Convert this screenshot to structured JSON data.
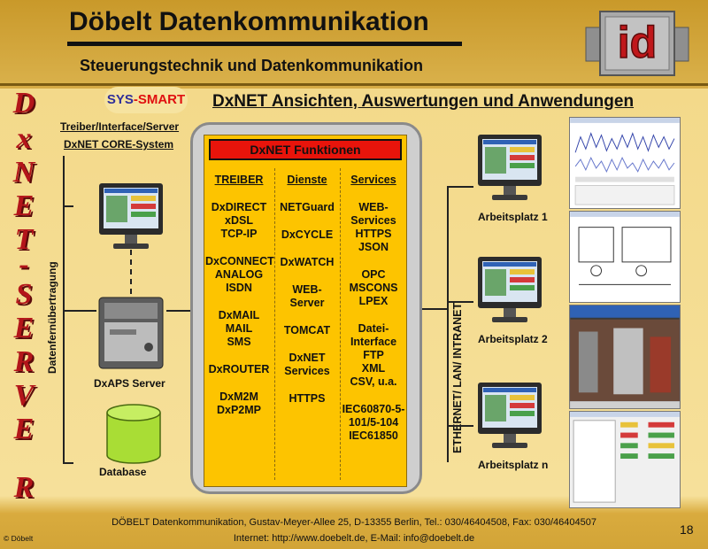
{
  "header": {
    "title": "Döbelt Datenkommunikation",
    "subtitle": "Steuerungstechnik und Datenkommunikation",
    "logo_text": "id"
  },
  "vertical_brand": [
    "D",
    "x",
    "N",
    "E",
    "T",
    "-",
    "S",
    "E",
    "R",
    "V",
    "E",
    "R"
  ],
  "syssmart": {
    "part1": "SYS",
    "part2": "-SMART"
  },
  "heading": "DxNET Ansichten, Auswertungen und Anwendungen",
  "left": {
    "line1": "Treiber/Interface/Server",
    "line2": "DxNET  CORE-System",
    "transmission_label": "Datenfernübertragung",
    "server_label": "DxAPS Server",
    "database_label": "Database"
  },
  "functions": {
    "title": "DxNET Funktionen",
    "columns": [
      {
        "header": "TREIBER",
        "items": [
          "DxDIRECT\nxDSL\nTCP-IP",
          "DxCONNECT\nANALOG\nISDN",
          "DxMAIL\nMAIL\nSMS",
          "DxROUTER",
          "DxM2M\nDxP2MP"
        ]
      },
      {
        "header": "Dienste",
        "items": [
          "NETGuard",
          "DxCYCLE",
          "DxWATCH",
          "WEB-\nServer",
          "TOMCAT",
          "DxNET\nServices",
          "HTTPS"
        ]
      },
      {
        "header": "Services",
        "items": [
          "WEB-\nServices\nHTTPS\nJSON",
          "OPC\nMSCONS\nLPEX",
          "Datei-\nInterface\nFTP\nXML\nCSV, u.a.",
          "IEC60870-5-\n101/5-104\nIEC61850"
        ]
      }
    ]
  },
  "network_label": "ETHERNET/ LAN/ INTRANET",
  "workstations": [
    "Arbeitsplatz 1",
    "Arbeitsplatz 2",
    "Arbeitsplatz n"
  ],
  "footer": {
    "line1": "DÖBELT Datenkommunikation, Gustav-Meyer-Allee 25, D-13355 Berlin, Tel.: 030/46404508, Fax: 030/46404507",
    "line2": "Internet: http://www.doebelt.de, E-Mail: info@doebelt.de",
    "page_number": "18",
    "copyright": "© Döbelt"
  },
  "colors": {
    "brand_red": "#b3151a",
    "panel_yellow": "#fdc400",
    "title_red": "#e8140b",
    "header_gold": "#c9992a"
  }
}
